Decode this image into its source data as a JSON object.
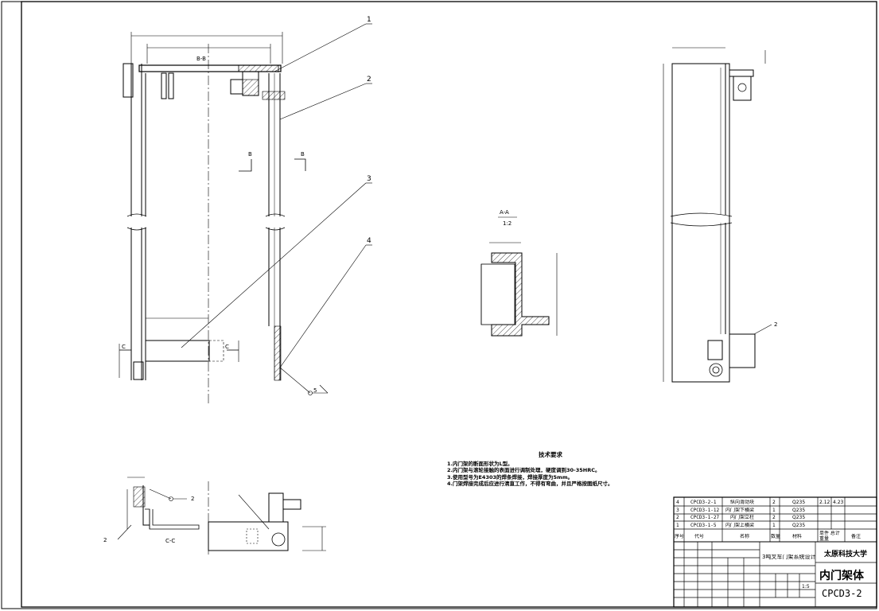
{
  "callouts": [
    "1",
    "2",
    "3",
    "4"
  ],
  "section_marks": {
    "top_view": "B-B",
    "arrow_letter": "B",
    "left_letter": "C",
    "right_letter": "C",
    "bottom_label": "C-C",
    "section": "A-A",
    "scale": "1:2"
  },
  "weld_symbols": [
    "5",
    "2",
    "2",
    "2"
  ],
  "notes": {
    "title": "技术要求",
    "items": [
      "1.内门架的断面形状为L型。",
      "2.内门架与滚轮接触的表面进行调制处理，硬度调到30-35HRC。",
      "3.使用型号为E4303的焊条焊接，焊接厚度为5mm。",
      "4.门架焊接完成后应进行清直工作，不得有弯曲，并且严格按图纸尺寸。"
    ]
  },
  "title_block": {
    "parts": [
      {
        "no": "4",
        "code": "CPCD3-2-1",
        "name": "纵向滑动块",
        "qty": "2",
        "material": "Q235",
        "w1": "2.12",
        "w2": "4.23"
      },
      {
        "no": "3",
        "code": "CPCD3-1-12",
        "name": "内门架下横梁",
        "qty": "1",
        "material": "Q235",
        "w1": "",
        "w2": ""
      },
      {
        "no": "2",
        "code": "CPCD3-1-27",
        "name": "内门架立柱",
        "qty": "2",
        "material": "Q235",
        "w1": "",
        "w2": ""
      },
      {
        "no": "1",
        "code": "CPCD3-1-5",
        "name": "内门架上横梁",
        "qty": "1",
        "material": "Q235",
        "w1": "",
        "w2": ""
      }
    ],
    "header": {
      "no": "序号",
      "code": "代号",
      "name": "名称",
      "qty": "数量",
      "material": "材料",
      "weight": "单件 总计 重量",
      "remark": "备注"
    },
    "design_title": "3吨叉车门架系统设计",
    "school": "太原科技大学",
    "drawing_name": "内门架体",
    "drawing_code": "CPCD3-2",
    "scale_value": "1:5"
  }
}
